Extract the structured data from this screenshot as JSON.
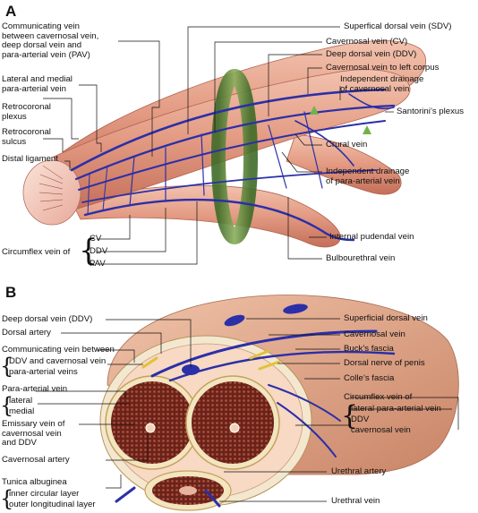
{
  "panelA": {
    "letter": "A",
    "left_labels": {
      "communicating": [
        "Communicating vein",
        "between cavernosal vein,",
        "deep dorsal vein and",
        "para-arterial vein (PAV)"
      ],
      "lateral_medial": [
        "Lateral and medial",
        "para-arterial vein"
      ],
      "retrocoronal_plexus": [
        "Retrocoronal",
        "plexus"
      ],
      "retrocoronal_sulcus": [
        "Retrocoronal",
        "sulcus"
      ],
      "distal_ligament": "Distal ligament",
      "circumflex": "Circumflex vein of",
      "circumflex_items": [
        "CV",
        "DDV",
        "PAV"
      ]
    },
    "right_labels": {
      "sdv": "Superfical dorsal vein (SDV)",
      "cv": "Cavernosal vein (CV)",
      "ddv": "Deep dorsal vein (DDV)",
      "cv_left": "Cavernosal vein to left corpus",
      "indep_cav": [
        "Independent drainage",
        "of cavernosal vein"
      ],
      "santorini": "Santorini’s plexus",
      "crural": "Crural vein",
      "indep_para": [
        "Independent drainage",
        "of para-arterial vein"
      ],
      "pudendal": "Internal pudendal vein",
      "bulbo": "Bulbourethral vein"
    }
  },
  "panelB": {
    "letter": "B",
    "left_labels": {
      "ddv": "Deep dorsal vein (DDV)",
      "dorsal_artery": "Dorsal artery",
      "comm_between": "Communicating vein between",
      "comm_lines": [
        "DDV and cavernosal vein",
        "para-arterial veins"
      ],
      "para_arterial": "Para-arterial vein",
      "para_items": [
        "lateral",
        "medial"
      ],
      "emissary": [
        "Emissary vein of",
        "cavernosal vein",
        "and DDV"
      ],
      "cav_artery": "Cavernosal artery",
      "tunica": "Tunica albuginea",
      "tunica_items": [
        "inner circular layer",
        "outer longitudinal layer"
      ]
    },
    "right_labels": {
      "sdv": "Superficial dorsal vein",
      "cv": "Cavernosal vein",
      "bucks": "Buck’s fascia",
      "dorsal_nerve": "Dorsal nerve of penis",
      "colles": "Colle’s fascia",
      "circumflex": "Circumflex vein of",
      "circumflex_items": [
        "lateral para-arterial vein",
        "DDV",
        "cavernosal vein"
      ],
      "urethral_artery": "Urethral artery",
      "urethral_vein": "Urethral vein"
    }
  },
  "colors": {
    "skin": "#e7a58f",
    "skin_dark": "#c9755f",
    "vein": "#2b2fa8",
    "band": "#5f8a3a",
    "sponge": "#7a2a22",
    "tunica": "#f1e6c8"
  }
}
